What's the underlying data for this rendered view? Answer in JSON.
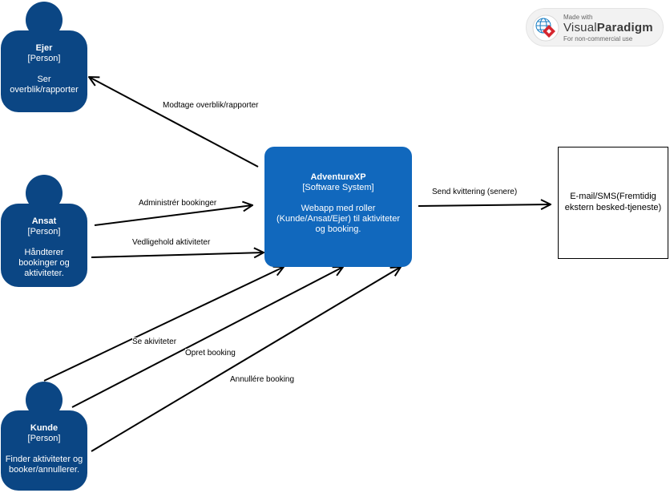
{
  "watermark": {
    "made_with": "Made with",
    "brand_part1": "Visual",
    "brand_part2": "Paradigm",
    "tagline": "For non-commercial use"
  },
  "colors": {
    "person": "#0b4684",
    "system": "#1168bd",
    "arrow": "#000000"
  },
  "persons": {
    "ejer": {
      "name": "Ejer",
      "type": "[Person]",
      "desc_lines": [
        "Ser",
        "overblik/rapporter"
      ]
    },
    "ansat": {
      "name": "Ansat",
      "type": "[Person]",
      "desc_lines": [
        "Håndterer",
        "bookinger og",
        "aktiviteter."
      ]
    },
    "kunde": {
      "name": "Kunde",
      "type": "[Person]",
      "desc_lines": [
        "Finder aktiviteter og",
        "booker/annullerer."
      ]
    }
  },
  "system": {
    "name": "AdventureXP",
    "type": "[Software System]",
    "desc_lines": [
      "Webapp med roller",
      "(Kunde/Ansat/Ejer) til aktiviteter",
      "og booking."
    ]
  },
  "external": {
    "lines": [
      "E-mail/SMS(Fremtidig",
      "ekstern besked-tjeneste)"
    ]
  },
  "relations": {
    "overblik": "Modtage overblik/rapporter",
    "administrer": "Administrér bookinger",
    "vedligehold": "Vedligehold aktiviteter",
    "se_aktiviteter": "Se akiviteter",
    "opret_booking": "Opret booking",
    "annuller_booking": "Annullére booking",
    "kvittering": "Send kvittering (senere)"
  }
}
